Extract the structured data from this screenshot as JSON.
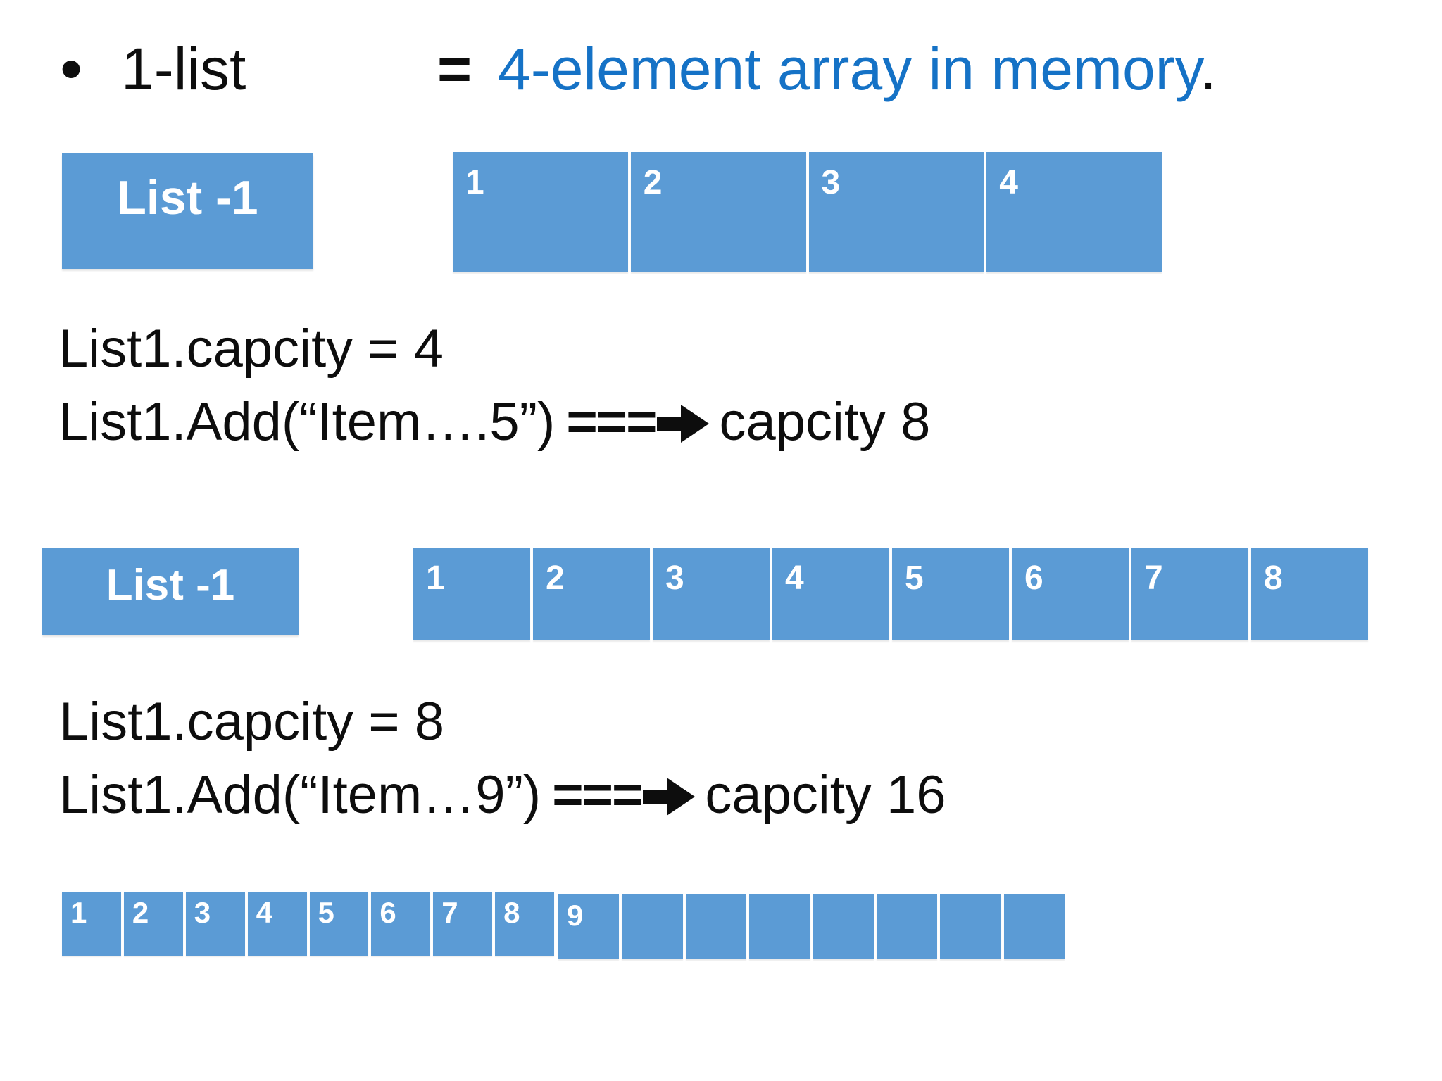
{
  "background": "#ffffff",
  "colors": {
    "background": "#ffffff",
    "box_blue": "#5B9BD5",
    "title_blue": "#1572C6",
    "text": "#0d0d0d",
    "cell_text": "#ffffff"
  },
  "title": {
    "bullet": "•",
    "term": "1-list",
    "equals": "=",
    "definition": "4-element array in memory",
    "period": "."
  },
  "section1": {
    "list_label": "List -1",
    "cells": [
      "1",
      "2",
      "3",
      "4"
    ],
    "capacity_line": "List1.capcity = 4",
    "add_line": {
      "code": "List1.Add(“Item….5”)",
      "equals": "===",
      "result": "capcity 8"
    }
  },
  "section2": {
    "list_label": "List -1",
    "cells": [
      "1",
      "2",
      "3",
      "4",
      "5",
      "6",
      "7",
      "8"
    ],
    "capacity_line": "List1.capcity = 8",
    "add_line": {
      "code": "List1.Add(“Item…9”)",
      "equals": "===",
      "result": "capcity 16"
    }
  },
  "section3": {
    "cells_left": [
      "1",
      "2",
      "3",
      "4",
      "5",
      "6",
      "7",
      "8"
    ],
    "cells_right": [
      "9",
      "",
      "",
      "",
      "",
      "",
      "",
      ""
    ]
  }
}
